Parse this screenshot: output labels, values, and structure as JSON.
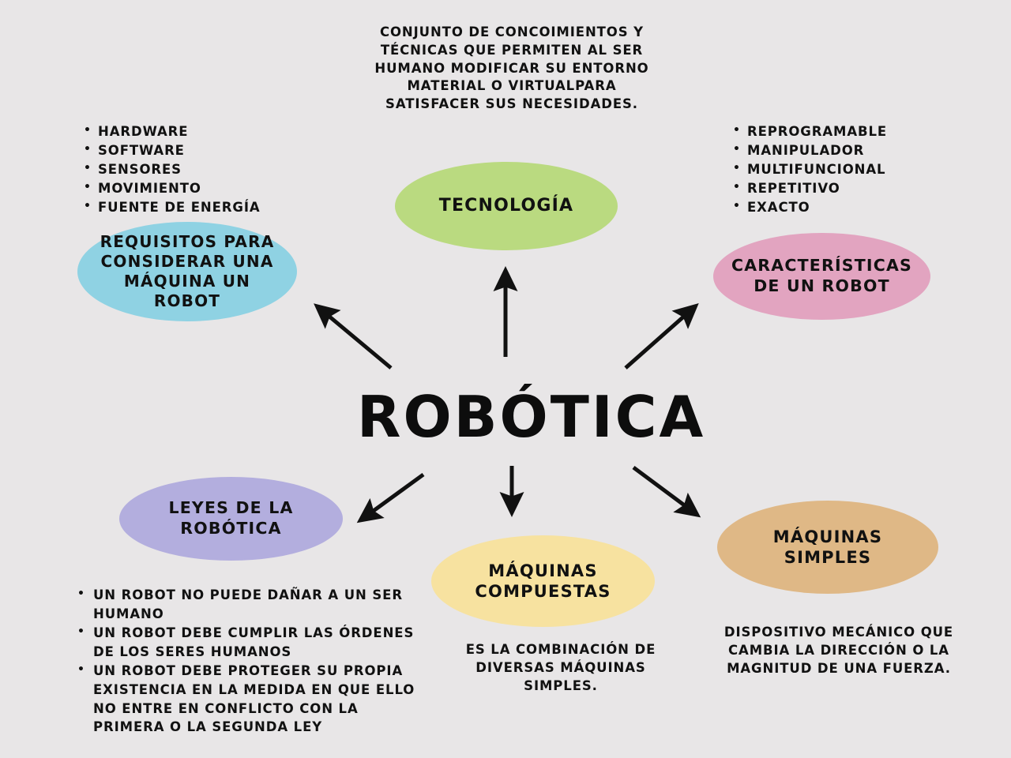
{
  "page": {
    "background_color": "#e8e6e7",
    "ink_color": "#111111"
  },
  "center": {
    "title": "ROBÓTICA"
  },
  "nodes": {
    "tecnologia": {
      "label": "TECNOLOGÍA",
      "color": "#bada80"
    },
    "requisitos": {
      "label": "REQUISITOS PARA CONSIDERAR UNA MÁQUINA UN ROBOT",
      "color": "#8fd2e3"
    },
    "caracteristicas": {
      "label": "CARACTERÍSTICAS DE UN ROBOT",
      "color": "#e2a4c0"
    },
    "leyes": {
      "label": "LEYES DE LA ROBÓTICA",
      "color": "#b3aede"
    },
    "compuestas": {
      "label": "MÁQUINAS COMPUESTAS",
      "color": "#f7e2a0"
    },
    "simples": {
      "label": "MÁQUINAS SIMPLES",
      "color": "#dfb886"
    }
  },
  "texts": {
    "tecnologia_definition": "CONJUNTO DE CONCOIMIENTOS Y TÉCNICAS QUE PERMITEN AL SER HUMANO MODIFICAR SU ENTORNO MATERIAL O VIRTUALPARA SATISFACER SUS NECESIDADES.",
    "compuestas_definition": "ES LA COMBINACIÓN DE DIVERSAS MÁQUINAS SIMPLES.",
    "simples_definition": "DISPOSITIVO MECÁNICO QUE CAMBIA LA DIRECCIÓN O LA MAGNITUD DE UNA FUERZA."
  },
  "lists": {
    "requisitos_items": [
      "HARDWARE",
      "SOFTWARE",
      "SENSORES",
      "MOVIMIENTO",
      "FUENTE DE ENERGÍA"
    ],
    "caracteristicas_items": [
      "REPROGRAMABLE",
      "MANIPULADOR",
      "MULTIFUNCIONAL",
      "REPETITIVO",
      "EXACTO"
    ],
    "leyes_items": [
      "UN ROBOT NO PUEDE DAÑAR A UN SER HUMANO",
      "UN ROBOT DEBE CUMPLIR LAS ÓRDENES DE LOS SERES HUMANOS",
      "UN ROBOT DEBE PROTEGER SU PROPIA EXISTENCIA EN LA MEDIDA EN QUE ELLO NO ENTRE EN CONFLICTO CON LA PRIMERA O LA SEGUNDA LEY"
    ]
  },
  "arrows": [
    {
      "name": "arrow-center-to-requisitos",
      "direction": "up-left"
    },
    {
      "name": "arrow-center-to-tecnologia",
      "direction": "up"
    },
    {
      "name": "arrow-center-to-caracteristicas",
      "direction": "up-right"
    },
    {
      "name": "arrow-center-to-leyes",
      "direction": "down-left"
    },
    {
      "name": "arrow-center-to-compuestas",
      "direction": "down"
    },
    {
      "name": "arrow-center-to-simples",
      "direction": "down-right"
    }
  ]
}
